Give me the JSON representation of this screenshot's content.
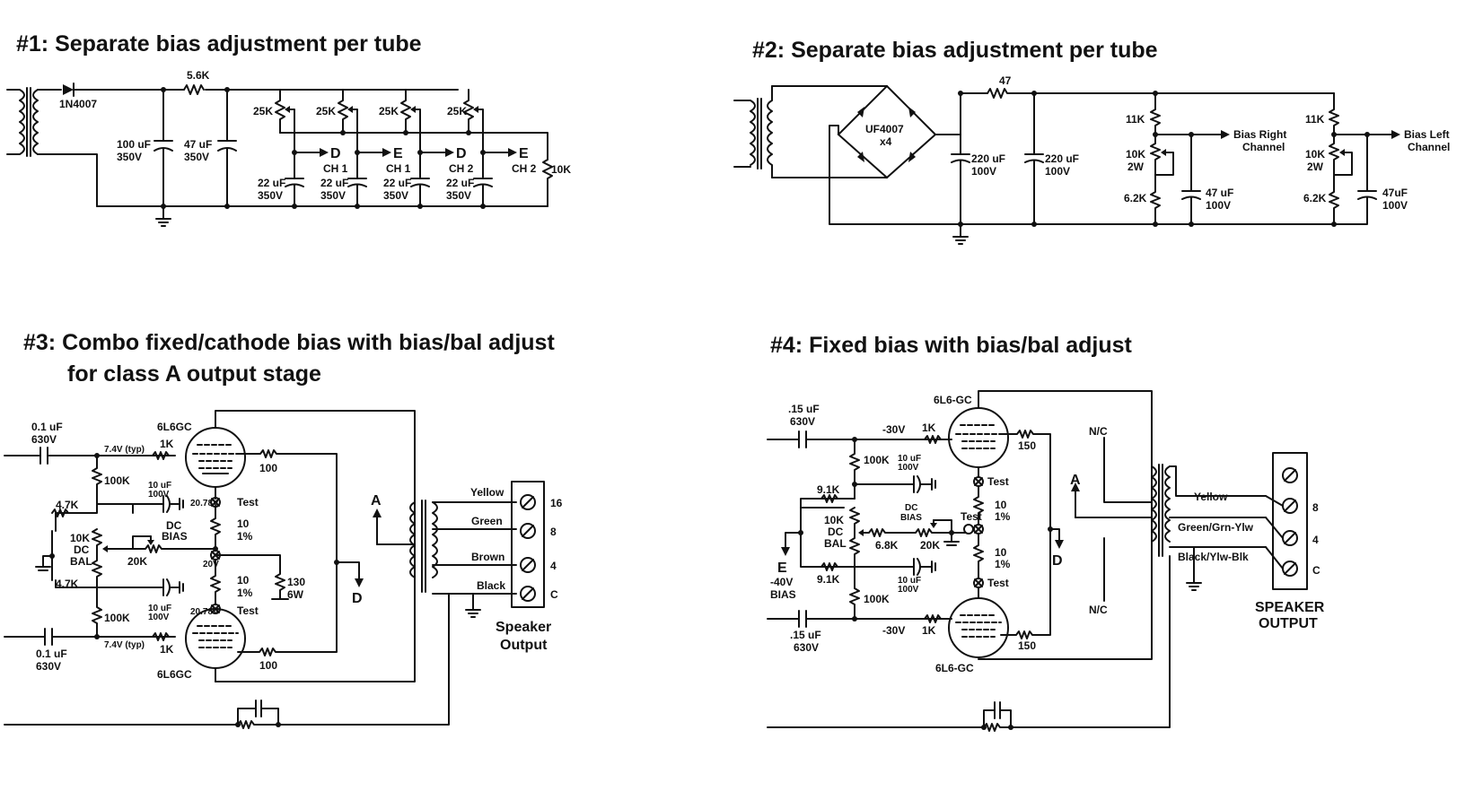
{
  "titles": {
    "t1": "#1: Separate bias adjustment per tube",
    "t2": "#2: Separate bias adjustment per tube",
    "t3a": "#3: Combo fixed/cathode bias with bias/bal adjust",
    "t3b": "for class A output stage",
    "t4": "#4: Fixed bias with bias/bal adjust"
  },
  "c1": {
    "diode": "1N4007",
    "r_series": "5.6K",
    "cap1_a": "100 uF",
    "cap1_b": "350V",
    "cap2_a": "47 uF",
    "cap2_b": "350V",
    "pot": "25K",
    "out_d": "D",
    "out_e": "E",
    "ch1": "CH 1",
    "ch2": "CH 2",
    "small_cap_a": "22 uF",
    "small_cap_b": "350V",
    "r_load": "10K"
  },
  "c2": {
    "bridge_a": "UF4007",
    "bridge_b": "x4",
    "r_series": "47",
    "cap_a": "220 uF",
    "cap_b": "100V",
    "r_top": "11K",
    "pot_a": "10K",
    "pot_b": "2W",
    "r_bot": "6.2K",
    "out_right_a": "Bias Right",
    "out_right_b": "Channel",
    "out_left_a": "Bias Left",
    "out_left_b": "Channel",
    "cap_r_a": "47 uF",
    "cap_r_b": "100V",
    "cap_l_a": "47uF",
    "cap_l_b": "100V"
  },
  "c3": {
    "cin_a": "0.1 uF",
    "cin_b": "630V",
    "vg": "7.4V (typ)",
    "tube": "6L6GC",
    "rg": "1K",
    "rscr": "100",
    "rgl": "100K",
    "cb_a": "10 uF",
    "cb_b": "100V",
    "vk": "20.78V",
    "test": "Test",
    "rk_a": "10",
    "rk_b": "1%",
    "r47": "4.7K",
    "bal_a": "10K",
    "bal_b": "DC",
    "bal_c": "BAL",
    "dcbias_a": "DC",
    "dcbias_b": "BIAS",
    "r20": "20K",
    "v20": "20V",
    "r130_a": "130",
    "r130_b": "6W",
    "a": "A",
    "d": "D",
    "wires": [
      "Yellow",
      "Green",
      "Brown",
      "Black"
    ],
    "taps": [
      "16",
      "8",
      "4",
      "C"
    ],
    "spk_a": "Speaker",
    "spk_b": "Output"
  },
  "c4": {
    "cin_a": ".15 uF",
    "cin_b": "630V",
    "tube": "6L6-GC",
    "v30": "-30V",
    "rg": "1K",
    "rscr": "150",
    "rgl": "100K",
    "cb_a": "10 uF",
    "cb_b": "100V",
    "r91": "9.1K",
    "bal_a": "10K",
    "bal_b": "DC",
    "bal_c": "BAL",
    "dcbias_a": "DC",
    "dcbias_b": "BIAS",
    "r68": "6.8K",
    "r20": "20K",
    "test": "Test",
    "rk_a": "10",
    "rk_b": "1%",
    "e": "E",
    "bias_a": "-40V",
    "bias_b": "BIAS",
    "nc": "N/C",
    "a": "A",
    "d": "D",
    "wires": [
      "Yellow",
      "Green/Grn-Ylw",
      "Black/Ylw-Blk"
    ],
    "taps": [
      "8",
      "4",
      "C"
    ],
    "spk_a": "SPEAKER",
    "spk_b": "OUTPUT"
  }
}
